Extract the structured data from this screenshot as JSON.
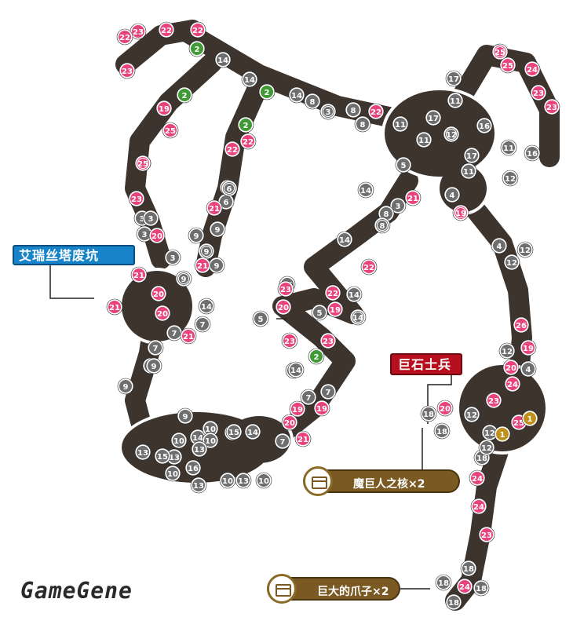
{
  "labels": {
    "area_name": "艾瑞丝塔废坑",
    "boss_name": "巨石士兵",
    "chest_1": "魔巨人之核×2",
    "chest_2": "巨大的爪子×2",
    "watermark": "GameGene"
  },
  "colors": {
    "cave_fill": "#3d342d",
    "cave_outline": "#ffffff",
    "marker_gray": "#6e6e6e",
    "marker_pink": "#e8437d",
    "marker_green": "#3f9a34",
    "marker_gold": "#c0901a",
    "area_label_bg": "#1783c9",
    "boss_label_bg": "#b80f1e",
    "chest_label_bg": "#7a5a22"
  },
  "markers": {
    "gray": [
      "14",
      "14",
      "14",
      "14",
      "8",
      "3",
      "8",
      "8",
      "11",
      "11",
      "17",
      "17",
      "11",
      "16",
      "12",
      "17",
      "11",
      "11",
      "16",
      "12",
      "5",
      "4",
      "3",
      "4",
      "12",
      "12",
      "4",
      "3",
      "8",
      "6",
      "14",
      "14",
      "14",
      "14",
      "6",
      "3",
      "3",
      "3",
      "9",
      "9",
      "9",
      "9",
      "9",
      "14",
      "7",
      "7",
      "7",
      "9",
      "9",
      "14",
      "14",
      "5",
      "5",
      "14",
      "7",
      "7",
      "10",
      "10",
      "15",
      "10",
      "13",
      "13",
      "13",
      "15",
      "10",
      "16",
      "13",
      "10",
      "13",
      "10",
      "15",
      "7",
      "18",
      "18",
      "12",
      "18",
      "12",
      "12",
      "18",
      "18",
      "18",
      "18"
    ],
    "gray_double": [
      "3",
      "12",
      "9",
      "9",
      "6",
      "8",
      "14"
    ],
    "pink": [
      "23",
      "22",
      "22",
      "22",
      "23",
      "19",
      "14",
      "25",
      "22",
      "22",
      "23",
      "21",
      "20",
      "21",
      "20",
      "21",
      "21",
      "20",
      "21",
      "22",
      "23",
      "22",
      "20",
      "19",
      "23",
      "23",
      "19",
      "19",
      "20",
      "21",
      "25",
      "23",
      "24",
      "23",
      "22",
      "25",
      "21",
      "26",
      "19",
      "20",
      "24",
      "23",
      "24",
      "24",
      "23",
      "24",
      "20"
    ],
    "pink_double": [
      "25",
      "25",
      "19"
    ],
    "green": [
      "2",
      "2",
      "2",
      "2",
      "2"
    ],
    "gold": [
      "1",
      "1"
    ]
  }
}
